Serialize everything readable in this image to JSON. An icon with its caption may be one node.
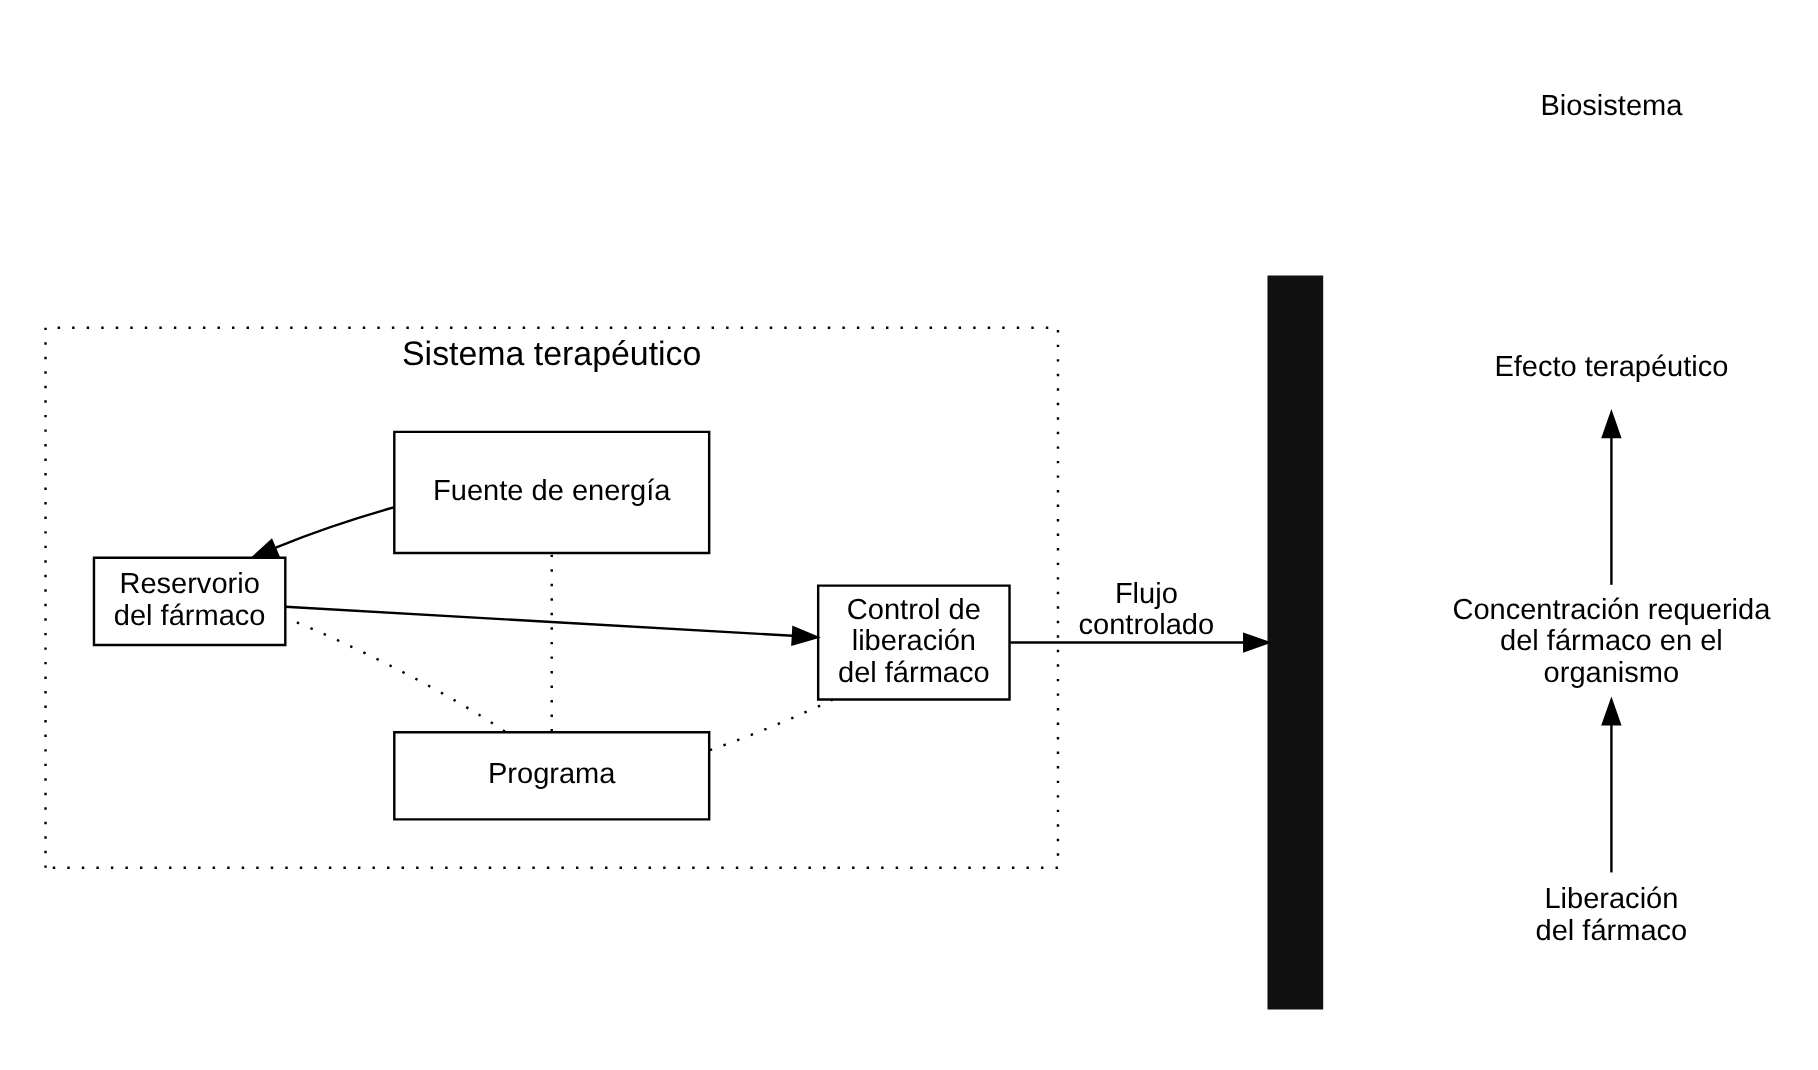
{
  "diagram": {
    "nodes": [
      {
        "text": [
          "Sistema terapéutico"
        ]
      },
      {
        "text": [
          "Programa"
        ],
        "in": 0
      },
      {
        "text": [
          "Reservorio del fármaco"
        ],
        "in": 0
      },
      {
        "text": [
          "Control de liberación del fármaco"
        ],
        "in": 0
      },
      {
        "text": [
          "Fuente de energía"
        ],
        "in": 0
      },
      {
        "text": [],
        "shape": "bar"
      },
      {
        "text": [
          "Efecto terapéutico"
        ]
      },
      {
        "text": [
          "Concentración requerida del fármaco en el organismo"
        ]
      },
      {
        "text": [
          "Liberación del fármaco"
        ]
      }
    ],
    "edges": [
      {
        "from": 1,
        "to": 2,
        "arrow": "none",
        "style": "dashed"
      },
      {
        "from": 1,
        "to": 3,
        "arrow": "none",
        "style": "dashed"
      },
      {
        "from": 1,
        "to": 4,
        "arrow": "none",
        "style": "dashed"
      },
      {
        "from": 4,
        "to": 2,
        "arrow": "to"
      },
      {
        "from": 2,
        "to": 3,
        "arrow": "to"
      },
      {
        "from": 3,
        "to": 5,
        "arrow": "to",
        "label": "Flujo controlado"
      },
      {
        "from": 8,
        "to": 7,
        "arrow": "to"
      },
      {
        "from": 7,
        "to": 6,
        "arrow": "to"
      }
    ],
    "labels": [
      "Biosistema"
    ]
  }
}
